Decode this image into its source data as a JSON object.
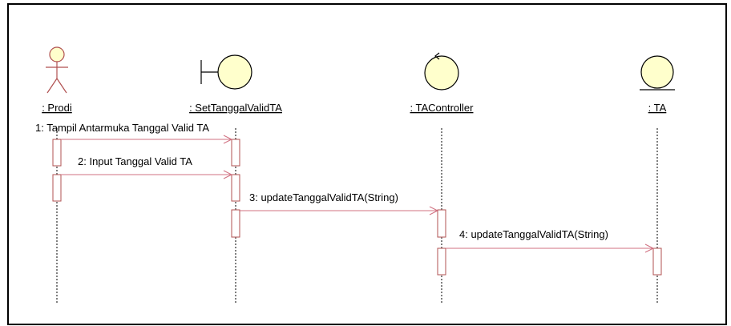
{
  "lifelines": [
    {
      "id": "prodi",
      "label": ": Prodi",
      "kind": "actor"
    },
    {
      "id": "set_tanggal",
      "label": ": SetTanggalValidTA",
      "kind": "boundary"
    },
    {
      "id": "ta_controller",
      "label": ": TAController",
      "kind": "control"
    },
    {
      "id": "ta",
      "label": ": TA",
      "kind": "entity"
    }
  ],
  "messages": [
    {
      "text": "1: Tampil Antarmuka Tanggal Valid TA",
      "from": "prodi",
      "to": "set_tanggal"
    },
    {
      "text": "2: Input Tanggal Valid TA",
      "from": "prodi",
      "to": "set_tanggal"
    },
    {
      "text": "3: updateTanggalValidTA(String)",
      "from": "set_tanggal",
      "to": "ta_controller"
    },
    {
      "text": "4: updateTanggalValidTA(String)",
      "from": "ta_controller",
      "to": "ta"
    }
  ],
  "colors": {
    "border": "#000000",
    "symbol_fill": "#ffffcc",
    "actor_stroke": "#b05050",
    "message": "#d07080",
    "activation_stroke": "#b05050",
    "lifeline": "#000000"
  }
}
